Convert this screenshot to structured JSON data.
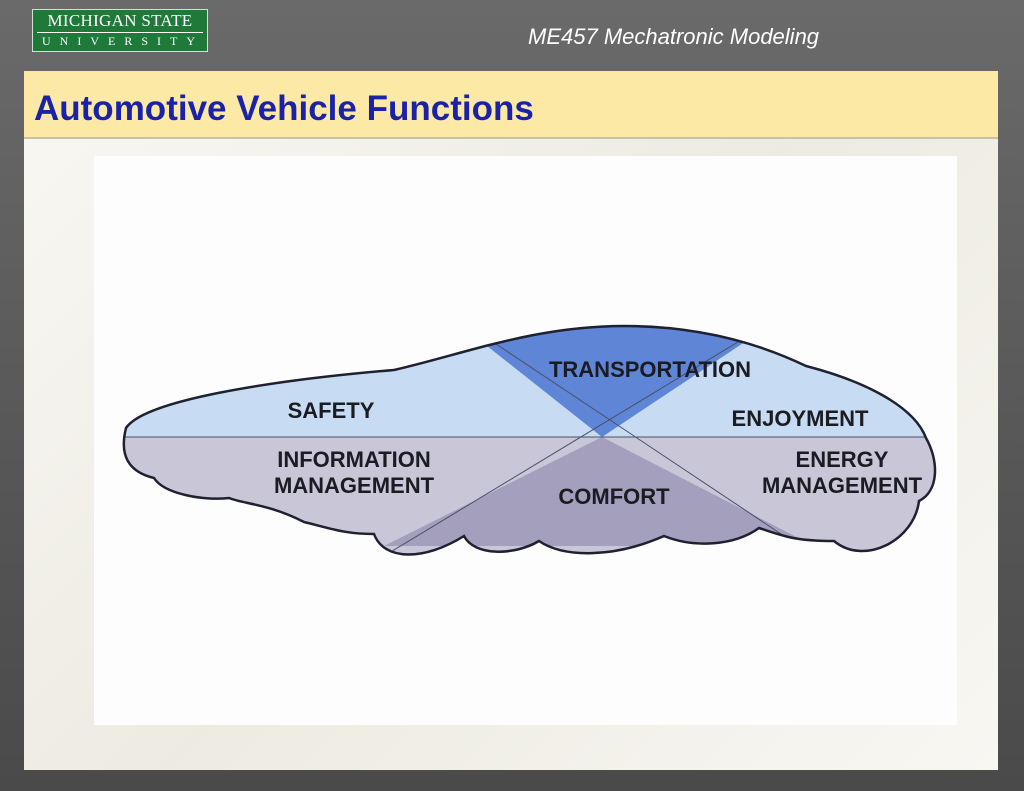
{
  "header": {
    "logo": {
      "line1": "MICHIGAN STATE",
      "line2": "UNIVERSITY"
    },
    "course": "ME457 Mechatronic Modeling"
  },
  "slide": {
    "title": "Automotive Vehicle Functions"
  },
  "diagram": {
    "segments": {
      "safety": "SAFETY",
      "transportation": "TRANSPORTATION",
      "enjoyment": "ENJOYMENT",
      "information_line1": "INFORMATION",
      "information_line2": "MANAGEMENT",
      "comfort": "COMFORT",
      "energy_line1": "ENERGY",
      "energy_line2": "MANAGEMENT"
    },
    "colors": {
      "upper_side": "#c7dcf3",
      "top_center": "#5f86d6",
      "lower_side": "#c9c6d8",
      "bottom_center": "#a39fbd",
      "outline": "#1f2030"
    }
  }
}
